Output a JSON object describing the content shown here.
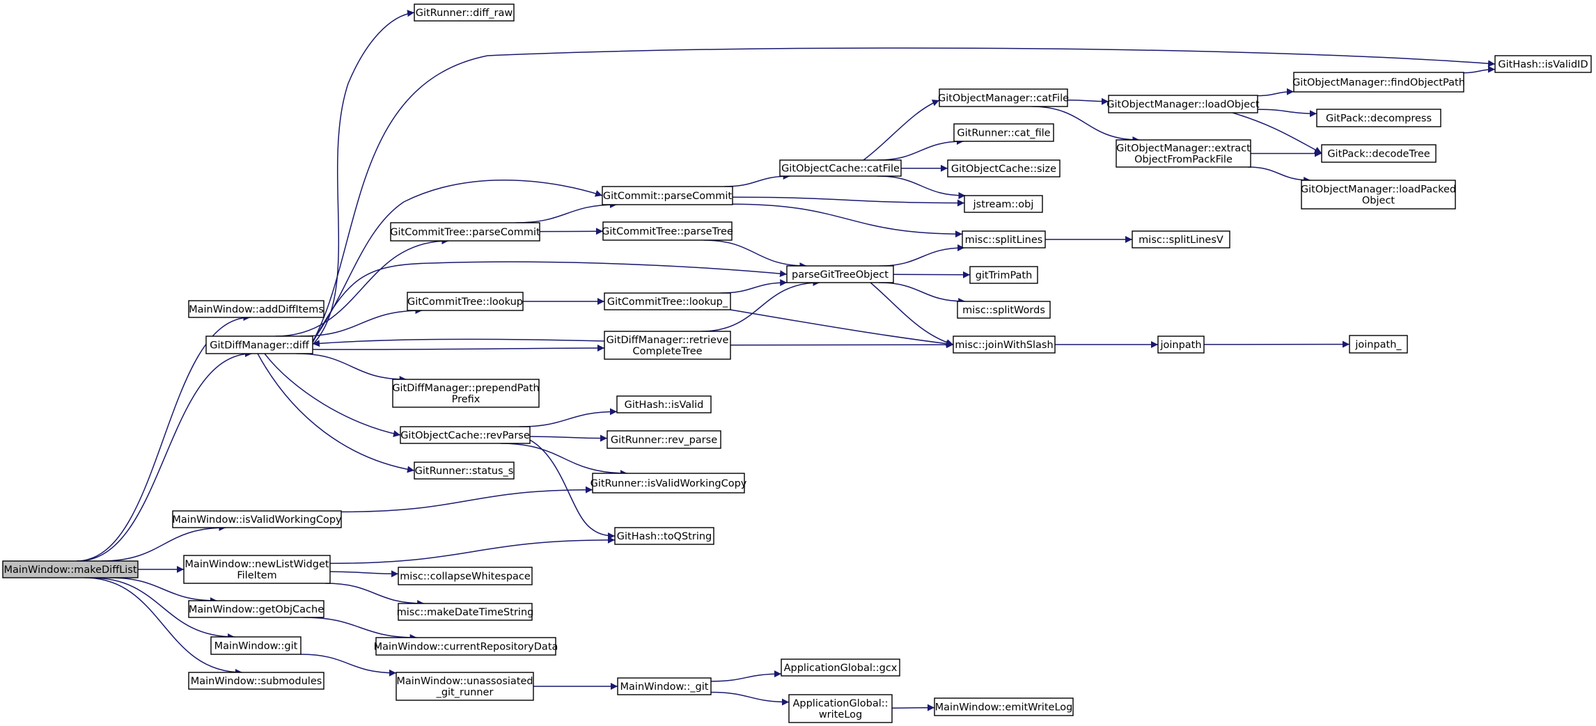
{
  "colors": {
    "edge": "#191970",
    "node_fill": "#ffffff",
    "node_border": "#000000",
    "root_fill": "#bfbfbf",
    "incomplete_border": "#ff0000"
  },
  "nodes": [
    {
      "id": "makeDiffList",
      "lines": [
        "MainWindow::makeDiffList"
      ],
      "kind": "root"
    },
    {
      "id": "addDiffItems",
      "lines": [
        "MainWindow::addDiffItems"
      ]
    },
    {
      "id": "diff",
      "lines": [
        "GitDiffManager::diff"
      ]
    },
    {
      "id": "isValidWorkingCopyMW",
      "lines": [
        "MainWindow::isValidWorkingCopy"
      ]
    },
    {
      "id": "newListWidgetFileItem",
      "lines": [
        "MainWindow::newListWidget",
        "FileItem"
      ]
    },
    {
      "id": "getObjCache",
      "lines": [
        "MainWindow::getObjCache"
      ]
    },
    {
      "id": "mwgit",
      "lines": [
        "MainWindow::git"
      ]
    },
    {
      "id": "submodules",
      "lines": [
        "MainWindow::submodules"
      ]
    },
    {
      "id": "diff_raw",
      "lines": [
        "GitRunner::diff_raw"
      ]
    },
    {
      "id": "ctParseCommit",
      "lines": [
        "GitCommitTree::parseCommit"
      ]
    },
    {
      "id": "ctLookup",
      "lines": [
        "GitCommitTree::lookup"
      ]
    },
    {
      "id": "prependPathPrefix",
      "lines": [
        "GitDiffManager::prependPath",
        "Prefix"
      ]
    },
    {
      "id": "revParse",
      "lines": [
        "GitObjectCache::revParse"
      ]
    },
    {
      "id": "status_s",
      "lines": [
        "GitRunner::status_s"
      ]
    },
    {
      "id": "collapseWhitespace",
      "lines": [
        "misc::collapseWhitespace"
      ]
    },
    {
      "id": "makeDateTimeString",
      "lines": [
        "misc::makeDateTimeString"
      ]
    },
    {
      "id": "currentRepositoryData",
      "lines": [
        "MainWindow::currentRepositoryData"
      ]
    },
    {
      "id": "unassosiated",
      "lines": [
        "MainWindow::unassosiated",
        "_git_runner"
      ]
    },
    {
      "id": "parseCommit",
      "lines": [
        "GitCommit::parseCommit"
      ]
    },
    {
      "id": "parseTree",
      "lines": [
        "GitCommitTree::parseTree"
      ]
    },
    {
      "id": "lookup_",
      "lines": [
        "GitCommitTree::lookup_"
      ]
    },
    {
      "id": "retrieveCompleteTree",
      "lines": [
        "GitDiffManager::retrieve",
        "CompleteTree"
      ]
    },
    {
      "id": "hashIsValid",
      "lines": [
        "GitHash::isValid"
      ]
    },
    {
      "id": "rev_parse",
      "lines": [
        "GitRunner::rev_parse"
      ]
    },
    {
      "id": "runnerIsValidWC",
      "lines": [
        "GitRunner::isValidWorkingCopy"
      ]
    },
    {
      "id": "toQString",
      "lines": [
        "GitHash::toQString"
      ]
    },
    {
      "id": "_git",
      "lines": [
        "MainWindow::_git"
      ]
    },
    {
      "id": "gcatFile",
      "lines": [
        "GitObjectCache::catFile"
      ]
    },
    {
      "id": "parseGitTreeObject",
      "lines": [
        "parseGitTreeObject"
      ]
    },
    {
      "id": "gcx",
      "lines": [
        "ApplicationGlobal::gcx"
      ]
    },
    {
      "id": "writeLog",
      "lines": [
        "ApplicationGlobal::",
        "writeLog"
      ]
    },
    {
      "id": "omCatFile",
      "lines": [
        "GitObjectManager::catFile"
      ]
    },
    {
      "id": "cat_file",
      "lines": [
        "GitRunner::cat_file"
      ]
    },
    {
      "id": "cacheSize",
      "lines": [
        "GitObjectCache::size"
      ]
    },
    {
      "id": "jstreamObj",
      "lines": [
        "jstream::obj"
      ]
    },
    {
      "id": "splitLines",
      "lines": [
        "misc::splitLines"
      ]
    },
    {
      "id": "gitTrimPath",
      "lines": [
        "gitTrimPath"
      ]
    },
    {
      "id": "splitWords",
      "lines": [
        "misc::splitWords"
      ]
    },
    {
      "id": "joinWithSlash",
      "lines": [
        "misc::joinWithSlash"
      ]
    },
    {
      "id": "emitWriteLog",
      "lines": [
        "MainWindow::emitWriteLog"
      ]
    },
    {
      "id": "loadObject",
      "lines": [
        "GitObjectManager::loadObject"
      ],
      "kind": "incomplete"
    },
    {
      "id": "extractObjectFromPackFile",
      "lines": [
        "GitObjectManager::extract",
        "ObjectFromPackFile"
      ]
    },
    {
      "id": "splitLinesV",
      "lines": [
        "misc::splitLinesV"
      ]
    },
    {
      "id": "joinpath",
      "lines": [
        "joinpath"
      ]
    },
    {
      "id": "findObjectPath",
      "lines": [
        "GitObjectManager::findObjectPath"
      ],
      "kind": "incomplete"
    },
    {
      "id": "decompress",
      "lines": [
        "GitPack::decompress"
      ],
      "kind": "incomplete"
    },
    {
      "id": "decodeTree",
      "lines": [
        "GitPack::decodeTree"
      ]
    },
    {
      "id": "loadPackedObject",
      "lines": [
        "GitObjectManager::loadPacked",
        "Object"
      ],
      "kind": "incomplete"
    },
    {
      "id": "joinpath_",
      "lines": [
        "joinpath_"
      ],
      "kind": "incomplete"
    },
    {
      "id": "isValidID",
      "lines": [
        "GitHash::isValidID"
      ]
    }
  ],
  "edges": [
    [
      "makeDiffList",
      "addDiffItems"
    ],
    [
      "makeDiffList",
      "diff"
    ],
    [
      "makeDiffList",
      "isValidWorkingCopyMW"
    ],
    [
      "makeDiffList",
      "newListWidgetFileItem"
    ],
    [
      "makeDiffList",
      "getObjCache"
    ],
    [
      "makeDiffList",
      "mwgit"
    ],
    [
      "makeDiffList",
      "submodules"
    ],
    [
      "diff",
      "diff_raw"
    ],
    [
      "diff",
      "isValidID"
    ],
    [
      "diff",
      "ctParseCommit"
    ],
    [
      "diff",
      "parseCommit"
    ],
    [
      "diff",
      "ctLookup"
    ],
    [
      "diff",
      "parseGitTreeObject"
    ],
    [
      "diff",
      "prependPathPrefix"
    ],
    [
      "diff",
      "retrieveCompleteTree"
    ],
    [
      "diff",
      "revParse"
    ],
    [
      "diff",
      "status_s"
    ],
    [
      "retrieveCompleteTree",
      "diff"
    ],
    [
      "retrieveCompleteTree",
      "parseGitTreeObject"
    ],
    [
      "retrieveCompleteTree",
      "joinWithSlash"
    ],
    [
      "ctParseCommit",
      "parseCommit"
    ],
    [
      "ctParseCommit",
      "parseTree"
    ],
    [
      "parseTree",
      "parseGitTreeObject"
    ],
    [
      "ctLookup",
      "lookup_"
    ],
    [
      "lookup_",
      "parseGitTreeObject"
    ],
    [
      "lookup_",
      "joinWithSlash"
    ],
    [
      "parseCommit",
      "gcatFile"
    ],
    [
      "parseCommit",
      "jstreamObj"
    ],
    [
      "parseCommit",
      "splitLines"
    ],
    [
      "gcatFile",
      "omCatFile"
    ],
    [
      "gcatFile",
      "cat_file"
    ],
    [
      "gcatFile",
      "cacheSize"
    ],
    [
      "gcatFile",
      "jstreamObj"
    ],
    [
      "omCatFile",
      "loadObject"
    ],
    [
      "omCatFile",
      "extractObjectFromPackFile"
    ],
    [
      "loadObject",
      "findObjectPath"
    ],
    [
      "loadObject",
      "decompress"
    ],
    [
      "loadObject",
      "decodeTree"
    ],
    [
      "findObjectPath",
      "isValidID"
    ],
    [
      "extractObjectFromPackFile",
      "decodeTree"
    ],
    [
      "extractObjectFromPackFile",
      "loadPackedObject"
    ],
    [
      "parseGitTreeObject",
      "splitLines"
    ],
    [
      "parseGitTreeObject",
      "gitTrimPath"
    ],
    [
      "parseGitTreeObject",
      "splitWords"
    ],
    [
      "parseGitTreeObject",
      "joinWithSlash"
    ],
    [
      "splitLines",
      "splitLinesV"
    ],
    [
      "joinWithSlash",
      "joinpath"
    ],
    [
      "joinpath",
      "joinpath_"
    ],
    [
      "revParse",
      "hashIsValid"
    ],
    [
      "revParse",
      "rev_parse"
    ],
    [
      "revParse",
      "runnerIsValidWC"
    ],
    [
      "revParse",
      "toQString"
    ],
    [
      "isValidWorkingCopyMW",
      "runnerIsValidWC"
    ],
    [
      "newListWidgetFileItem",
      "toQString"
    ],
    [
      "newListWidgetFileItem",
      "collapseWhitespace"
    ],
    [
      "newListWidgetFileItem",
      "makeDateTimeString"
    ],
    [
      "getObjCache",
      "currentRepositoryData"
    ],
    [
      "mwgit",
      "unassosiated"
    ],
    [
      "unassosiated",
      "_git"
    ],
    [
      "_git",
      "gcx"
    ],
    [
      "_git",
      "writeLog"
    ],
    [
      "writeLog",
      "emitWriteLog"
    ]
  ]
}
